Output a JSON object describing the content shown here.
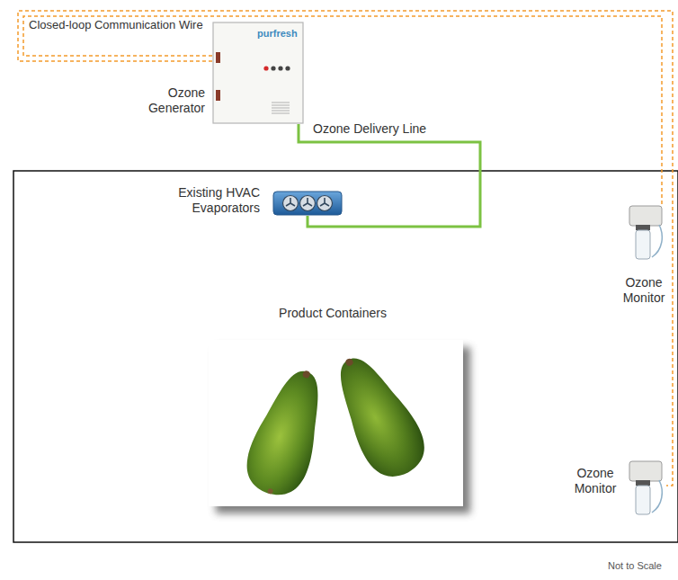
{
  "diagram": {
    "nodes": [
      {
        "text": [
          "Ozone Generator",
          "purfresh"
        ]
      },
      {
        "text": [
          "Existing HVAC Evaporators"
        ]
      },
      {
        "text": [
          "Ozone Monitor"
        ]
      },
      {
        "text": [
          "Ozone Monitor"
        ]
      }
    ],
    "edges": [
      {
        "from": 0,
        "to": 1,
        "label": "Ozone Delivery Line",
        "arrow": "none"
      },
      {
        "from": 0,
        "to": 2,
        "arrow": "none"
      },
      {
        "from": 0,
        "to": 3,
        "arrow": "none"
      }
    ],
    "labels": [
      "Closed-loop Communication Wire",
      "Product Containers",
      "Not to Scale"
    ]
  }
}
